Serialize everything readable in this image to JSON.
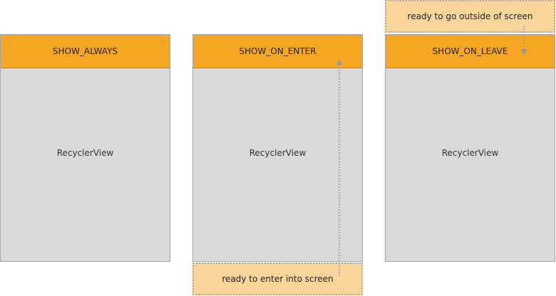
{
  "panels": [
    {
      "header": "SHOW_ALWAYS",
      "body": "RecyclerView"
    },
    {
      "header": "SHOW_ON_ENTER",
      "body": "RecyclerView"
    },
    {
      "header": "SHOW_ON_LEAVE",
      "body": "RecyclerView"
    }
  ],
  "annotations": {
    "enter": "ready to enter into screen",
    "leave": "ready to go outside of screen"
  },
  "colors": {
    "header": "#f5a623",
    "ghost": "#fad69b",
    "body": "#d9d9d9",
    "border": "#a6a6a6",
    "arrow": "#999999"
  }
}
